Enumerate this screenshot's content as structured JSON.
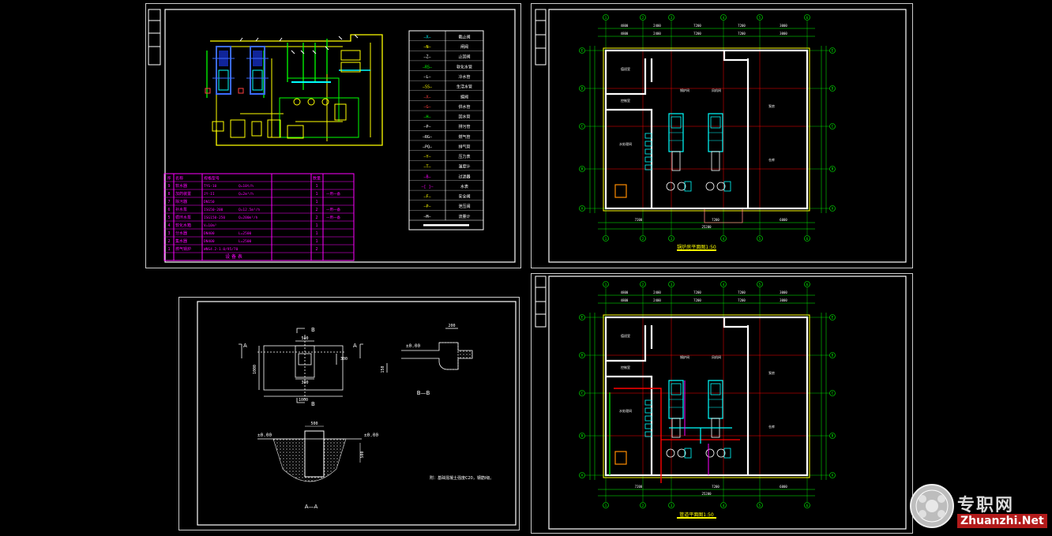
{
  "sheets": {
    "piping": {
      "equipment_table": {
        "header": {
          "no": "序",
          "name": "名称",
          "model": "规格型号",
          "qty": "数量"
        },
        "rows": [
          {
            "no": "9",
            "name": "软水器",
            "model": "TYS-10",
            "spec": "Q=10t/h",
            "qty": "1",
            "note": ""
          },
          {
            "no": "8",
            "name": "加药装置",
            "model": "JY-II",
            "spec": "Q=2m³/h",
            "qty": "1",
            "note": "一用一备"
          },
          {
            "no": "7",
            "name": "除污器",
            "model": "DN150",
            "spec": "",
            "qty": "1",
            "note": ""
          },
          {
            "no": "6",
            "name": "补水泵",
            "model": "ISG50-200",
            "spec": "Q=12.5m³/h",
            "qty": "2",
            "note": "一用一备"
          },
          {
            "no": "5",
            "name": "循环水泵",
            "model": "ISG150-250",
            "spec": "Q=200m³/h",
            "qty": "2",
            "note": "一用一备"
          },
          {
            "no": "4",
            "name": "软化水箱",
            "model": "V=10m³",
            "spec": "",
            "qty": "1",
            "note": ""
          },
          {
            "no": "3",
            "name": "分水器",
            "model": "DN400",
            "spec": "L=2500",
            "qty": "1",
            "note": ""
          },
          {
            "no": "2",
            "name": "集水器",
            "model": "DN400",
            "spec": "L=2500",
            "qty": "1",
            "note": ""
          },
          {
            "no": "1",
            "name": "燃气锅炉",
            "model": "WNS4.2-1.0/95/70",
            "spec": "",
            "qty": "2",
            "note": ""
          }
        ],
        "footer": "设 备 表"
      },
      "legend": {
        "rows": [
          {
            "symbol": "—X—",
            "label": "截止阀"
          },
          {
            "symbol": "—N—",
            "label": "闸阀"
          },
          {
            "symbol": "—Z—",
            "label": "止回阀"
          },
          {
            "symbol": "—RS—",
            "label": "软化水管"
          },
          {
            "symbol": "—L—",
            "label": "冷水管"
          },
          {
            "symbol": "—SS—",
            "label": "生活水管"
          },
          {
            "symbol": "—X—",
            "label": "蝶阀"
          },
          {
            "symbol": "—G—",
            "label": "供水管"
          },
          {
            "symbol": "—H—",
            "label": "回水管"
          },
          {
            "symbol": "—P—",
            "label": "排污管"
          },
          {
            "symbol": "—RG—",
            "label": "燃气管"
          },
          {
            "symbol": "—PQ—",
            "label": "排气管"
          },
          {
            "symbol": "—Y—",
            "label": "压力表"
          },
          {
            "symbol": "—T—",
            "label": "温度计"
          },
          {
            "symbol": "—B—",
            "label": "过滤器"
          },
          {
            "symbol": "—[ ]—",
            "label": "水表"
          },
          {
            "symbol": "—F—",
            "label": "安全阀"
          },
          {
            "symbol": "—P—",
            "label": "泄压阀"
          },
          {
            "symbol": "—M—",
            "label": "流量计"
          }
        ]
      }
    },
    "foundation": {
      "section_b_label": "B",
      "section_a_label": "A",
      "level_label": "±0.00",
      "section_bb_title": "B—B",
      "section_aa_title": "A—A",
      "dims": {
        "top_width": "500",
        "inner_width": "300",
        "left_height": "1000",
        "bottom_width": "1000",
        "side_height": "300",
        "right_height": "150",
        "offset": "200",
        "depth": "500"
      },
      "note": "附：基础混凝土强度C20，钢筋I级。"
    },
    "plan_upper": {
      "title": "锅炉房平面图1:50",
      "room_labels": [
        "值班室",
        "控制室",
        "水处理间",
        "锅炉间",
        "风机间",
        "泵房",
        "仓库"
      ],
      "top_dims": [
        "4800",
        "2400",
        "7200",
        "7200",
        "3000",
        "2400"
      ],
      "bottom_dims": [
        "7200",
        "7200",
        "6000"
      ],
      "axis_top": [
        "1",
        "2",
        "3",
        "4",
        "5",
        "6"
      ],
      "axis_left": [
        "A",
        "B",
        "C",
        "D",
        "E"
      ],
      "total_width": "25200"
    },
    "plan_lower": {
      "title": "管道平面图1:50",
      "room_labels": [
        "值班室",
        "控制室",
        "水处理间",
        "锅炉间",
        "风机间",
        "泵房",
        "仓库"
      ],
      "top_dims": [
        "4800",
        "2400",
        "7200",
        "7200",
        "3000",
        "2400"
      ],
      "bottom_dims": [
        "7200",
        "7200",
        "6000"
      ],
      "axis_top": [
        "1",
        "2",
        "3",
        "4",
        "5",
        "6"
      ],
      "axis_left": [
        "A",
        "B",
        "C",
        "D",
        "E"
      ],
      "total_width": "25200"
    }
  },
  "watermark": {
    "text": "专职网",
    "domain": "Zhuanzhi.Net"
  },
  "colors": {
    "background": "#000000",
    "frame": "#ffffff",
    "pipe_yellow": "#ffff00",
    "pipe_green": "#00ff00",
    "pipe_cyan": "#00ffff",
    "pipe_blue": "#0000ff",
    "table_magenta": "#ff00ff",
    "wall_red": "#ff0000",
    "dim_green": "#00ff00"
  }
}
